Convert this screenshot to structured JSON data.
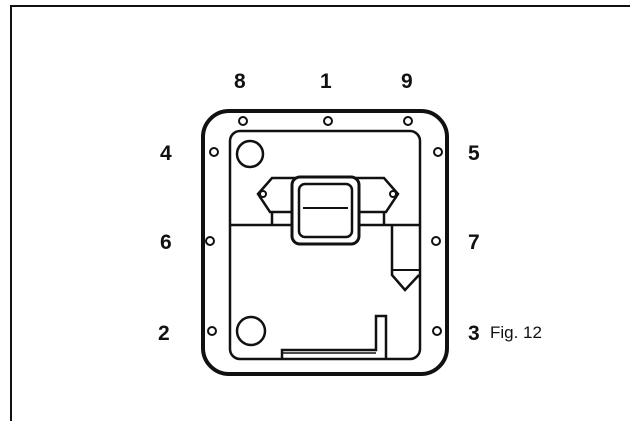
{
  "figure": {
    "caption": "Fig. 12",
    "bolt_labels": {
      "b1": "1",
      "b2": "2",
      "b3": "3",
      "b4": "4",
      "b5": "5",
      "b6": "6",
      "b7": "7",
      "b8": "8",
      "b9": "9"
    },
    "colors": {
      "ink": "#111111",
      "paper": "#ffffff"
    }
  }
}
